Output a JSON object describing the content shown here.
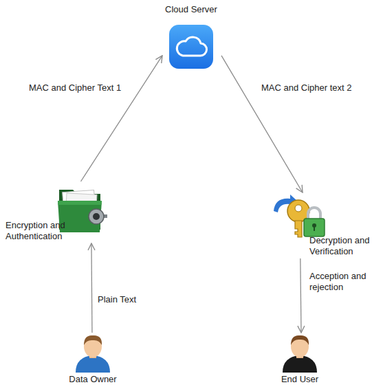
{
  "diagram": {
    "nodes": [
      {
        "text": [
          "Cloud Server"
        ]
      },
      {
        "text": [
          "Encryption and Authentication"
        ]
      },
      {
        "text": [
          "Decryption and Verification"
        ]
      },
      {
        "text": [
          "Data Owner"
        ]
      },
      {
        "text": [
          "End User"
        ]
      }
    ],
    "edges": [
      {
        "from": 3,
        "to": 1,
        "arrow": "to",
        "label": "Plain Text"
      },
      {
        "from": 1,
        "to": 0,
        "arrow": "to",
        "label": "MAC and Cipher Text 1"
      },
      {
        "from": 0,
        "to": 2,
        "arrow": "to",
        "label": "MAC and Cipher text 2"
      },
      {
        "from": 2,
        "to": 4,
        "arrow": "to",
        "label": "Acception and rejection"
      }
    ]
  }
}
